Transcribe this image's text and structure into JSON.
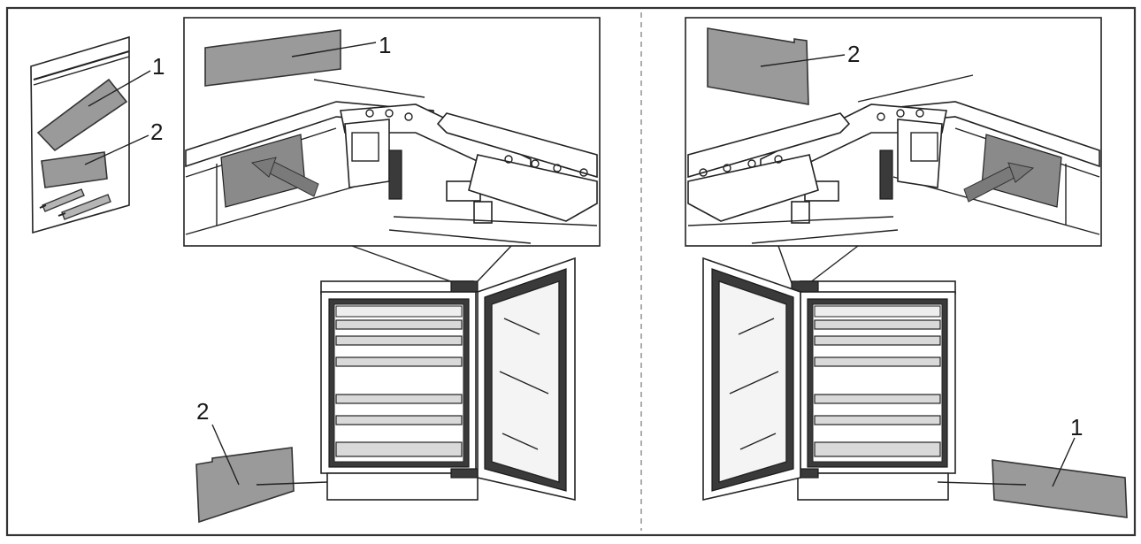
{
  "labels": {
    "kit_part_1": "1",
    "kit_part_2": "2",
    "left_zoom_part": "1",
    "left_bottom_part": "2",
    "right_zoom_part": "2",
    "right_bottom_part": "1"
  },
  "colors": {
    "part_fill": "#9a9a9a",
    "line": "#222222",
    "arrow": "#7a7a7a",
    "frame": "#333333"
  }
}
